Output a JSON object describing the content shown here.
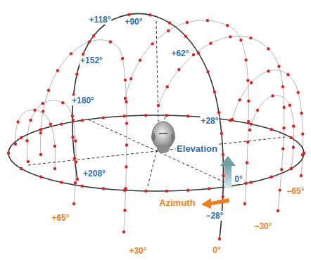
{
  "diagram": {
    "labels": [
      "+118°",
      "+90°",
      "+152°",
      "+62°",
      "+180°",
      "+28°",
      "+208°",
      "0°",
      "Elevation",
      "Azimuth",
      "−28°",
      "+65°",
      "+30°",
      "0°",
      "−30°",
      "−65°"
    ]
  }
}
